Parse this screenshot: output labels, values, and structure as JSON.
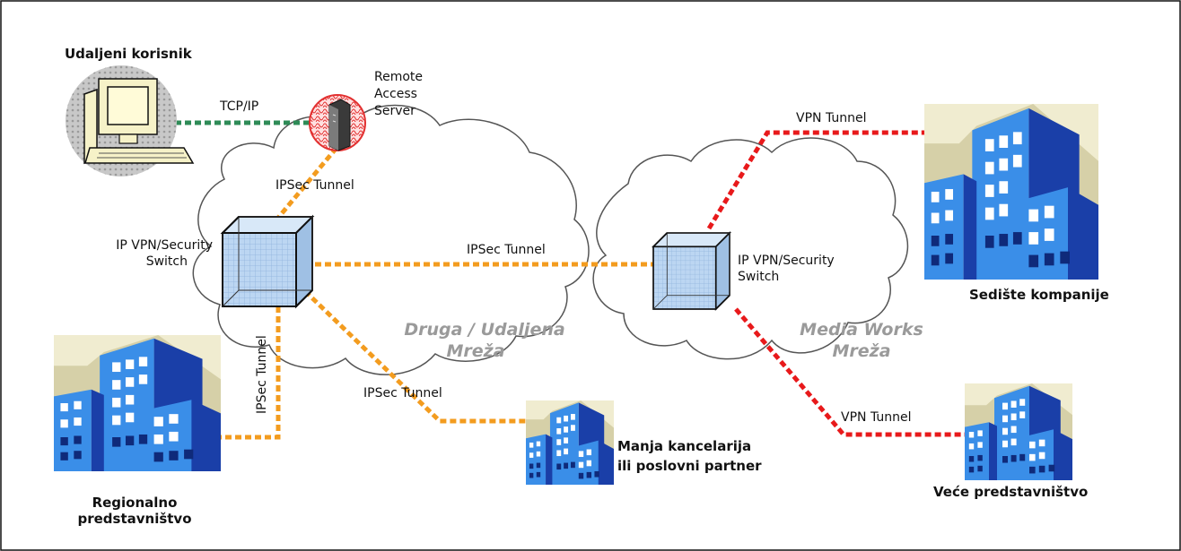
{
  "nodes": {
    "remote_user": "Udaljeni korisnik",
    "remote_access_server": [
      "Remote",
      "Access",
      "Server"
    ],
    "switch_left": [
      "IP VPN/Security",
      "Switch"
    ],
    "switch_right": [
      "IP VPN/Security",
      "Switch"
    ],
    "headquarters": "Sedište kompanije",
    "regional_office": [
      "Regionalno",
      "predstavništvo"
    ],
    "small_office": [
      "Manja kancelarija",
      "ili poslovni partner"
    ],
    "large_office": "Veće predstavništvo"
  },
  "networks": {
    "remote_network": [
      "Druga / Udaljena",
      "Mreža"
    ],
    "media_works_network": [
      "Media Works",
      "Mreža"
    ]
  },
  "links": {
    "tcp_ip": "TCP/IP",
    "ipsec_server_switch": "IPSec Tunnel",
    "ipsec_between_switches": "IPSec Tunnel",
    "ipsec_regional": "IPSec Tunnel",
    "ipsec_small_office": "IPSec Tunnel",
    "vpn_headquarters": "VPN Tunnel",
    "vpn_large_office": "VPN Tunnel"
  },
  "colors": {
    "ipsec_line": "#f39c1f",
    "vpn_line": "#e8191b",
    "tcp_line": "#2e8b57",
    "building_blue": "#3a8ee8",
    "building_dark": "#1a3fa8",
    "cloud_stroke": "#555555"
  }
}
